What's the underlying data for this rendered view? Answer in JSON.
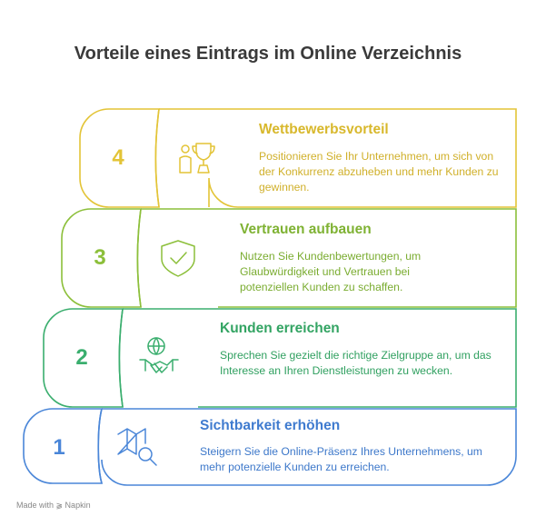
{
  "title": "Vorteile eines Eintrags im Online Verzeichnis",
  "steps": [
    {
      "number": "4",
      "title": "Wettbewerbsvorteil",
      "description": "Positionieren Sie Ihr Unternehmen, um sich von der Konkurrenz abzuheben und mehr Kunden zu gewinnen.",
      "icon": "trophy-person-icon",
      "color": "#e3c437"
    },
    {
      "number": "3",
      "title": "Vertrauen aufbauen",
      "description": "Nutzen Sie Kundenbewertungen, um Glaubwürdigkeit und Vertrauen bei potenziellen Kunden zu schaffen.",
      "icon": "shield-check-icon",
      "color": "#8cbf3a"
    },
    {
      "number": "2",
      "title": "Kunden erreichen",
      "description": "Sprechen Sie gezielt die richtige Zielgruppe an, um das Interesse an Ihren Dienstleistungen zu wecken.",
      "icon": "handshake-globe-icon",
      "color": "#3aae6e"
    },
    {
      "number": "1",
      "title": "Sichtbarkeit erhöhen",
      "description": "Steigern Sie die Online-Präsenz Ihres Unternehmens, um mehr potenzielle Kunden zu erreichen.",
      "icon": "map-search-icon",
      "color": "#4a86d8"
    }
  ],
  "footer": "Made with ⫺ Napkin"
}
